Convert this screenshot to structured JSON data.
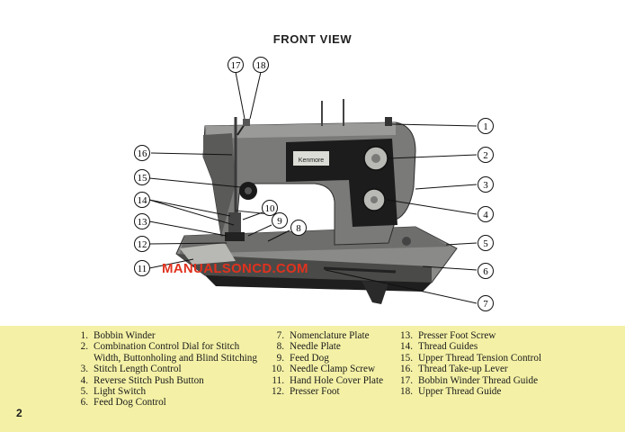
{
  "title": "FRONT VIEW",
  "watermark": "MANUALSONCD.COM",
  "machine_badge_text": "Kenmore",
  "page_number": "2",
  "callouts": [
    "1",
    "2",
    "3",
    "4",
    "5",
    "6",
    "7",
    "8",
    "9",
    "10",
    "11",
    "12",
    "13",
    "14",
    "15",
    "16",
    "17",
    "18"
  ],
  "legend": {
    "column1": [
      {
        "num": "1.",
        "text": "Bobbin Winder"
      },
      {
        "num": "2.",
        "text": "Combination Control Dial for Stitch"
      },
      {
        "num": "",
        "text": "Width, Buttonholing and Blind Stitching"
      },
      {
        "num": "3.",
        "text": "Stitch Length Control"
      },
      {
        "num": "4.",
        "text": "Reverse Stitch Push Button"
      },
      {
        "num": "5.",
        "text": "Light Switch"
      },
      {
        "num": "6.",
        "text": "Feed Dog Control"
      }
    ],
    "column2": [
      {
        "num": "7.",
        "text": "Nomenclature Plate"
      },
      {
        "num": "8.",
        "text": "Needle Plate"
      },
      {
        "num": "9.",
        "text": "Feed Dog"
      },
      {
        "num": "10.",
        "text": "Needle Clamp Screw"
      },
      {
        "num": "11.",
        "text": "Hand Hole Cover Plate"
      },
      {
        "num": "12.",
        "text": "Presser Foot"
      }
    ],
    "column3": [
      {
        "num": "13.",
        "text": "Presser Foot Screw"
      },
      {
        "num": "14.",
        "text": "Thread Guides"
      },
      {
        "num": "15.",
        "text": "Upper Thread Tension Control"
      },
      {
        "num": "16.",
        "text": "Thread Take-up Lever"
      },
      {
        "num": "17.",
        "text": "Bobbin Winder Thread Guide"
      },
      {
        "num": "18.",
        "text": "Upper Thread Guide"
      }
    ]
  }
}
